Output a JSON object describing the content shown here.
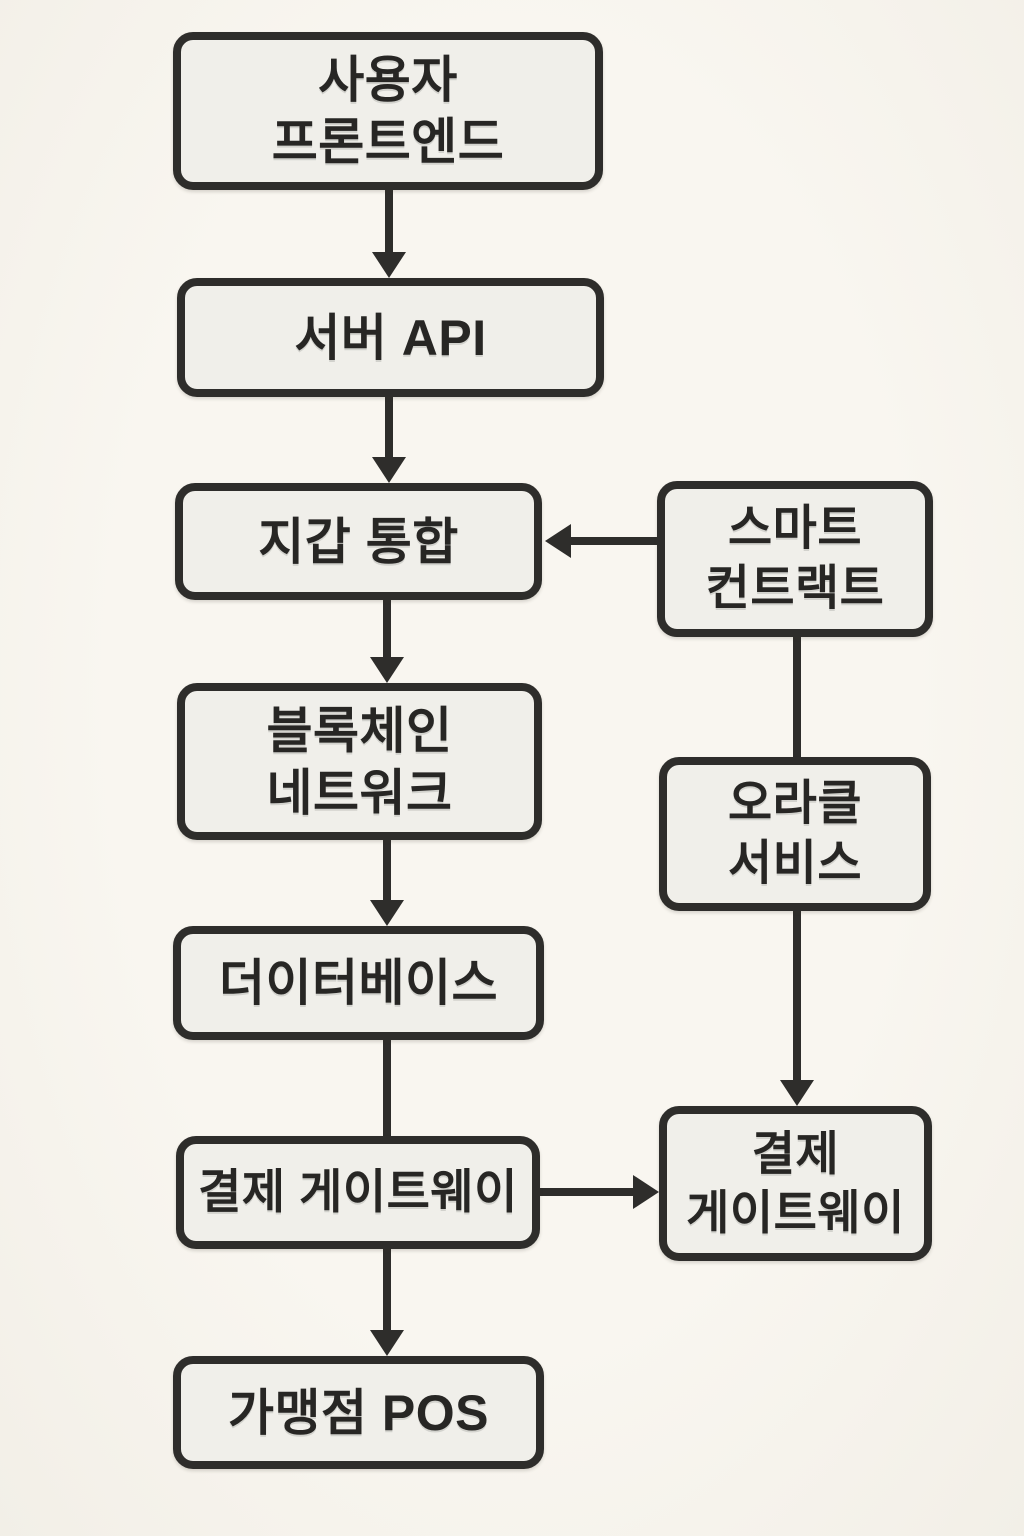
{
  "page": {
    "background_color": "#f8f5ef",
    "node_fill_color": "#f0efea",
    "line_color": "#2e2d2b",
    "text_color": "#272624"
  },
  "nodes": [
    {
      "id": "user-frontend",
      "label": "사용자\n프론트엔드"
    },
    {
      "id": "server-api",
      "label": "서버 API"
    },
    {
      "id": "wallet-integration",
      "label": "지갑 통합"
    },
    {
      "id": "blockchain-network",
      "label": "블록체인\n네트워크"
    },
    {
      "id": "database",
      "label": "더이터베이스"
    },
    {
      "id": "payment-gateway-left",
      "label": "결제 게이트웨이"
    },
    {
      "id": "merchant-pos",
      "label": "가맹점 POS"
    },
    {
      "id": "smart-contract",
      "label": "스마트\n컨트랙트"
    },
    {
      "id": "oracle-service",
      "label": "오라클\n서비스"
    },
    {
      "id": "payment-gateway-right",
      "label": "결제\n게이트웨이"
    }
  ],
  "edges": [
    {
      "from": "user-frontend",
      "to": "server-api",
      "arrowhead": true
    },
    {
      "from": "server-api",
      "to": "wallet-integration",
      "arrowhead": true
    },
    {
      "from": "smart-contract",
      "to": "wallet-integration",
      "arrowhead": true
    },
    {
      "from": "wallet-integration",
      "to": "blockchain-network",
      "arrowhead": true
    },
    {
      "from": "blockchain-network",
      "to": "database",
      "arrowhead": true
    },
    {
      "from": "database",
      "to": "payment-gateway-left",
      "arrowhead": false
    },
    {
      "from": "payment-gateway-left",
      "to": "merchant-pos",
      "arrowhead": true
    },
    {
      "from": "smart-contract",
      "to": "oracle-service",
      "arrowhead": false
    },
    {
      "from": "oracle-service",
      "to": "payment-gateway-right",
      "arrowhead": true
    },
    {
      "from": "payment-gateway-left",
      "to": "payment-gateway-right",
      "arrowhead": true
    }
  ]
}
